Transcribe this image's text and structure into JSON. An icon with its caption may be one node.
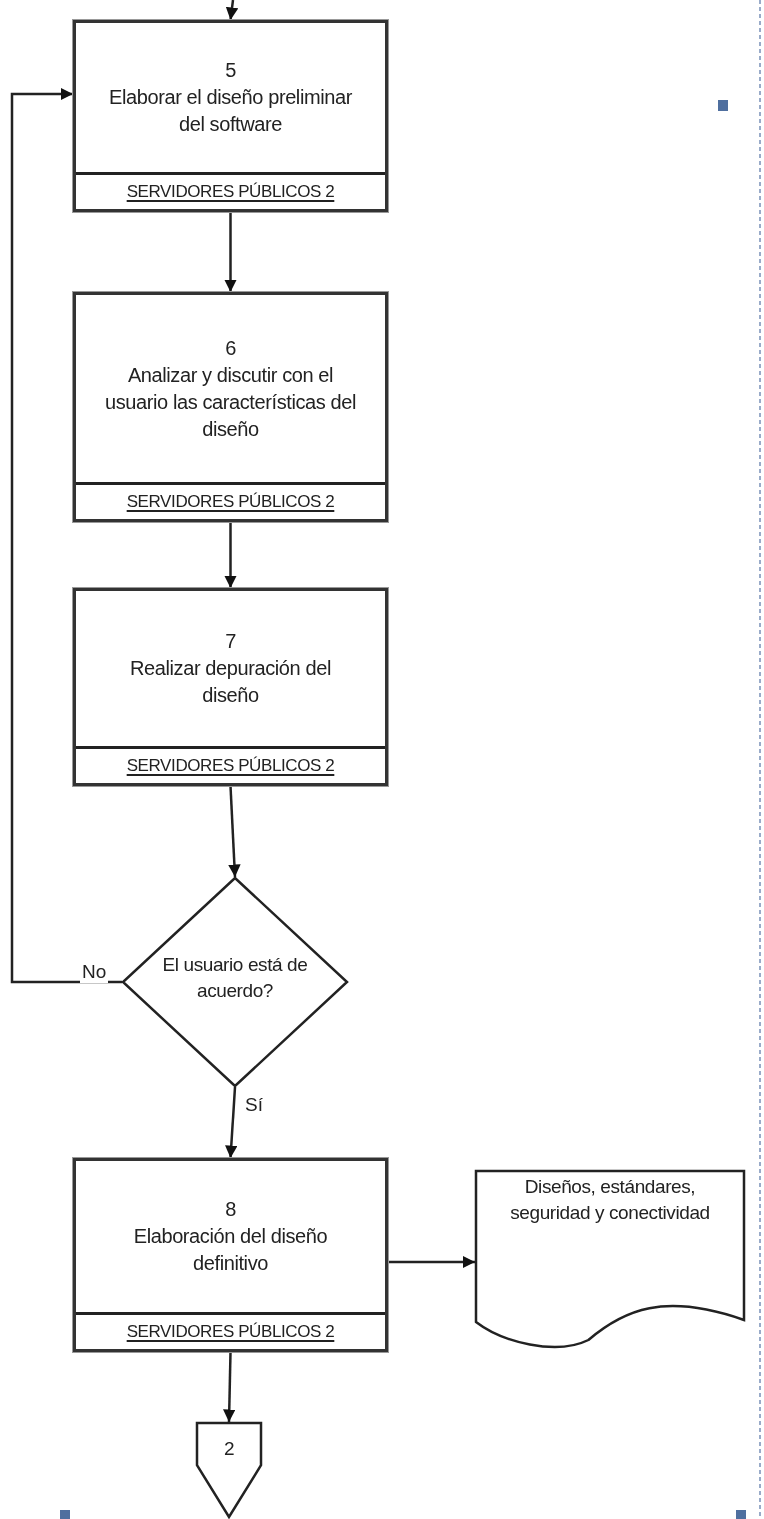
{
  "diagram": {
    "nodes": [
      {
        "text": [
          "5",
          "Elaborar el diseño preliminar del software",
          "SERVIDORES PÚBLICOS 2"
        ]
      },
      {
        "text": [
          "6",
          "Analizar y discutir con el usuario las características del diseño",
          "SERVIDORES PÚBLICOS 2"
        ]
      },
      {
        "text": [
          "7",
          "Realizar depuración del diseño",
          "SERVIDORES PÚBLICOS 2"
        ]
      },
      {
        "text": [
          "El usuario está de acuerdo?"
        ]
      },
      {
        "text": [
          "8",
          "Elaboración del diseño definitivo",
          "SERVIDORES PÚBLICOS 2"
        ]
      },
      {
        "text": [
          "Diseños, estándares, seguridad y conectividad"
        ]
      },
      {
        "text": [
          "2"
        ]
      }
    ],
    "edges": [
      {
        "from": null,
        "to": 0,
        "arrow": "to"
      },
      {
        "from": 0,
        "to": 1,
        "arrow": "to"
      },
      {
        "from": 1,
        "to": 2,
        "arrow": "to"
      },
      {
        "from": 2,
        "to": 3,
        "arrow": "to"
      },
      {
        "from": 3,
        "to": 0,
        "arrow": "to",
        "label": "No"
      },
      {
        "from": 3,
        "to": 4,
        "arrow": "to",
        "label": "Sí"
      },
      {
        "from": 4,
        "to": 5,
        "arrow": "to"
      },
      {
        "from": 4,
        "to": 6,
        "arrow": "to"
      }
    ]
  }
}
